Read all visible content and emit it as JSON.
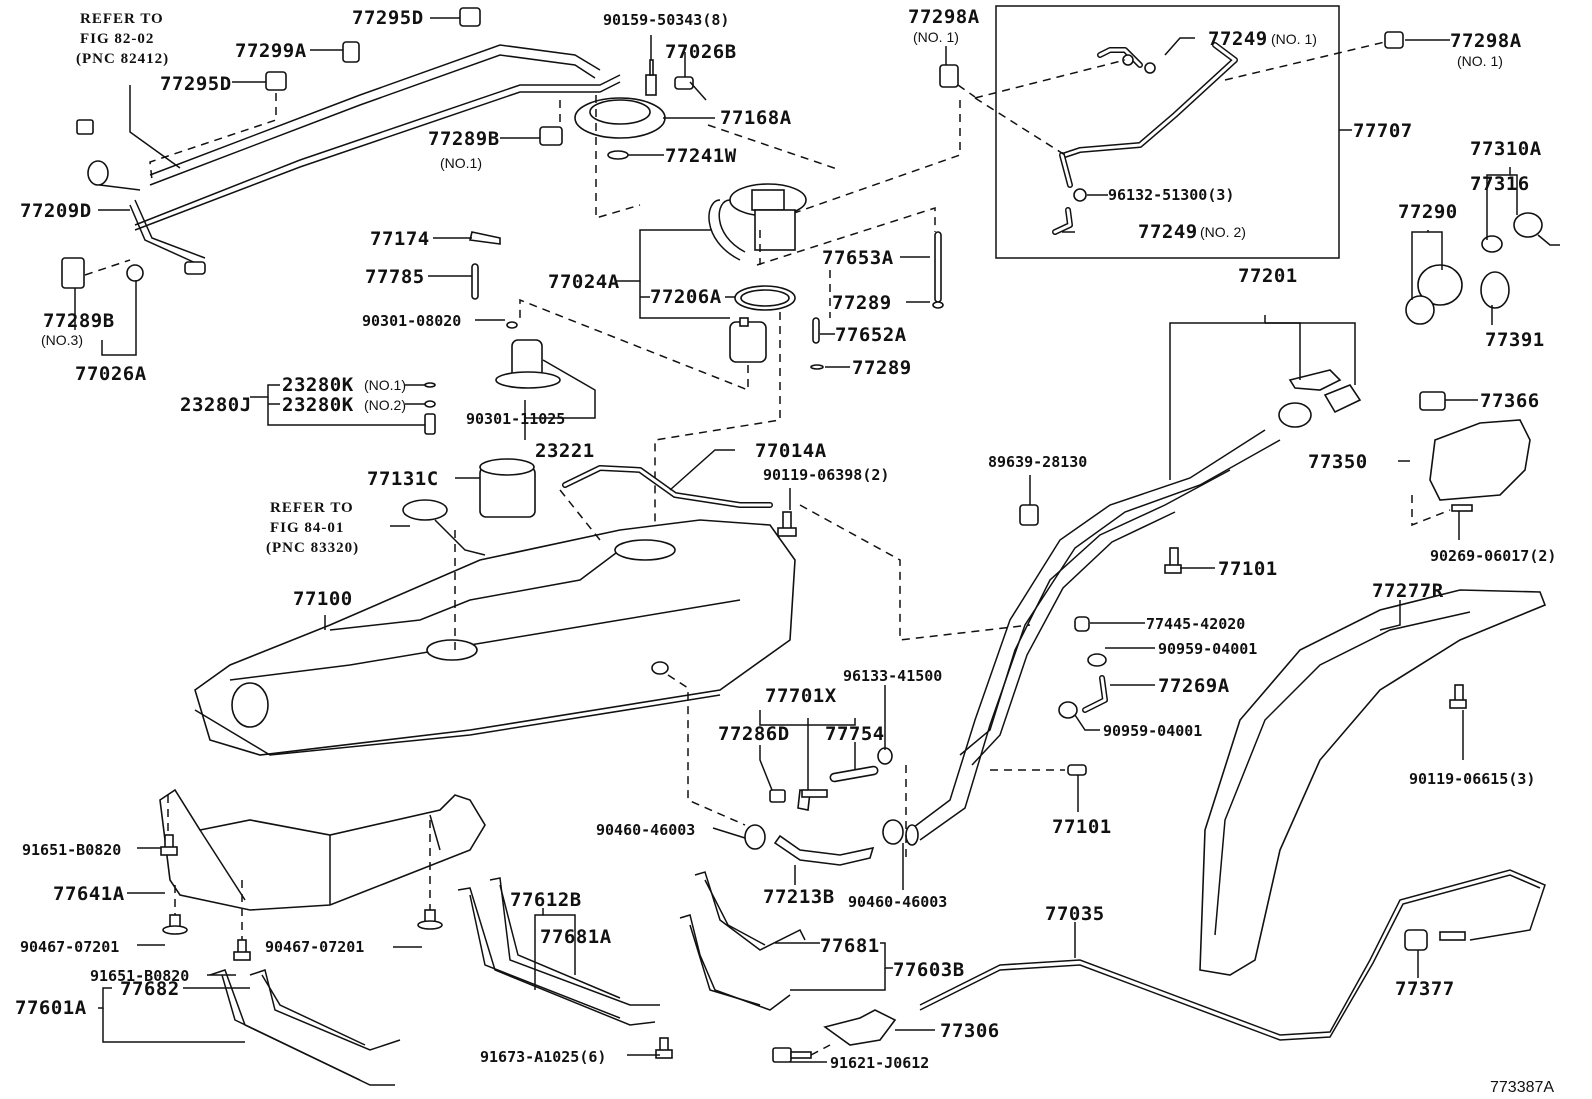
{
  "figure_id": "773387A",
  "references": {
    "top_left": [
      "REFER TO",
      "FIG 82-02",
      "(PNC 82412)"
    ],
    "mid_left": [
      "REFER TO",
      "FIG 84-01",
      "(PNC 83320)"
    ]
  },
  "labels": {
    "p77295D_a": "77295D",
    "p77299A": "77299A",
    "p77295D_b": "77295D",
    "p77209D": "77209D",
    "p77289B_no3": "77289B",
    "p77289B_no3_sub": "(NO.3)",
    "p77026A": "77026A",
    "p90159": "90159-50343(8)",
    "p77026B": "77026B",
    "p77168A": "77168A",
    "p77289B_no1": "77289B",
    "p77289B_no1_sub": "(NO.1)",
    "p77241W": "77241W",
    "p77298A_left": "77298A",
    "p77298A_left_sub": "(NO. 1)",
    "p77249_no1": "77249",
    "p77249_no1_sub": "(NO. 1)",
    "p77298A_right": "77298A",
    "p77298A_right_sub": "(NO. 1)",
    "p77707": "77707",
    "p96132": "96132-51300(3)",
    "p77249_no2": "77249",
    "p77249_no2_sub": "(NO. 2)",
    "p77310A": "77310A",
    "p77316": "77316",
    "p77290": "77290",
    "p77391": "77391",
    "p77174": "77174",
    "p77785": "77785",
    "p90301_08020": "90301-08020",
    "p77024A": "77024A",
    "p77206A": "77206A",
    "p77653A": "77653A",
    "p77289_a": "77289",
    "p77652A": "77652A",
    "p77289_b": "77289",
    "p23280K_no1": "23280K",
    "p23280K_no1_sub": "(NO.1)",
    "p23280J": "23280J",
    "p23280K_no2": "23280K",
    "p23280K_no2_sub": "(NO.2)",
    "p90301_11025": "90301-11025",
    "p23221": "23221",
    "p77131C": "77131C",
    "p77014A": "77014A",
    "p90119_06398": "90119-06398(2)",
    "p77201": "77201",
    "p77366": "77366",
    "p77350": "77350",
    "p90269": "90269-06017(2)",
    "p89639": "89639-28130",
    "p77101_a": "77101",
    "p77100": "77100",
    "p77445": "77445-42020",
    "p90959_a": "90959-04001",
    "p77269A": "77269A",
    "p90959_b": "90959-04001",
    "p77277R": "77277R",
    "p90119_06615": "90119-06615(3)",
    "p96133": "96133-41500",
    "p77701X": "77701X",
    "p77286D": "77286D",
    "p77754": "77754",
    "p77101_b": "77101",
    "p90460_a": "90460-46003",
    "p77213B": "77213B",
    "p90460_b": "90460-46003",
    "p91651_a": "91651-B0820",
    "p77641A": "77641A",
    "p90467_a": "90467-07201",
    "p90467_b": "90467-07201",
    "p91651_b": "91651-B0820",
    "p77612B": "77612B",
    "p77681A": "77681A",
    "p77681": "77681",
    "p77603B": "77603B",
    "p77035": "77035",
    "p77377": "77377",
    "p77601A": "77601A",
    "p77682": "77682",
    "p91673": "91673-A1025(6)",
    "p77306": "77306",
    "p91621": "91621-J0612"
  }
}
